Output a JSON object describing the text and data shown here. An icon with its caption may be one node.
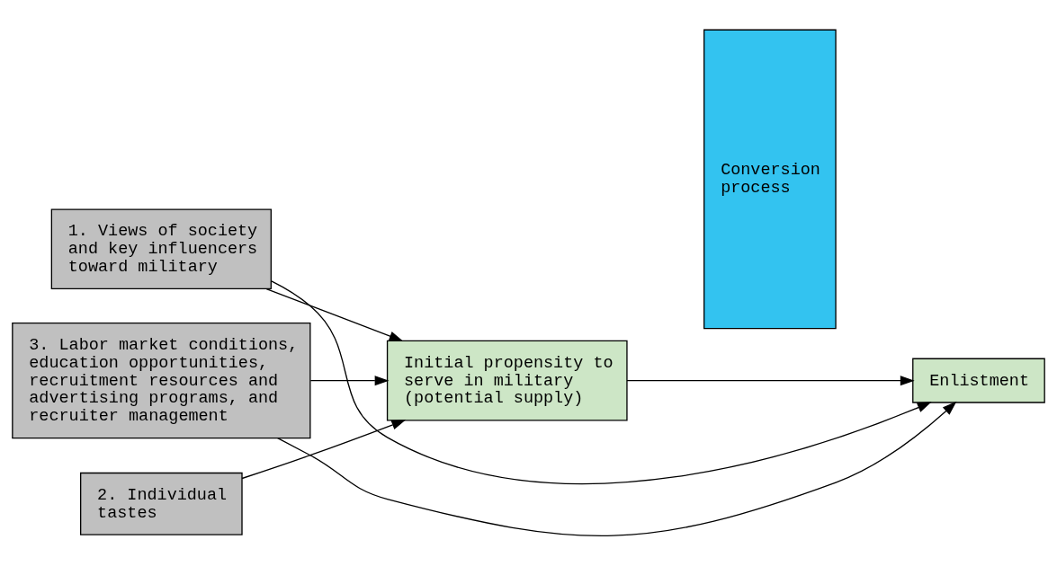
{
  "diagram": {
    "nodes": [
      {
        "text": [
          "1. Views of society and key influencers toward military"
        ]
      },
      {
        "text": [
          "Initial propensity to serve in military (potential supply)"
        ]
      },
      {
        "text": [
          "2. Individual tastes"
        ]
      },
      {
        "text": [
          "3. Labor market conditions, education opportunities, recruitment resources and advertising programs, and recruiter management"
        ]
      },
      {
        "text": [
          "Conversion process"
        ]
      },
      {
        "text": [
          "Enlistment"
        ]
      }
    ],
    "edges": [
      {
        "from": 0,
        "to": 1,
        "arrow": "to"
      },
      {
        "from": 0,
        "to": 5,
        "arrow": "to"
      },
      {
        "from": 1,
        "to": 5,
        "arrow": "to"
      },
      {
        "from": 2,
        "to": 1,
        "arrow": "to"
      },
      {
        "from": 3,
        "to": 1,
        "arrow": "to"
      },
      {
        "from": 3,
        "to": 5,
        "arrow": "to"
      }
    ]
  }
}
